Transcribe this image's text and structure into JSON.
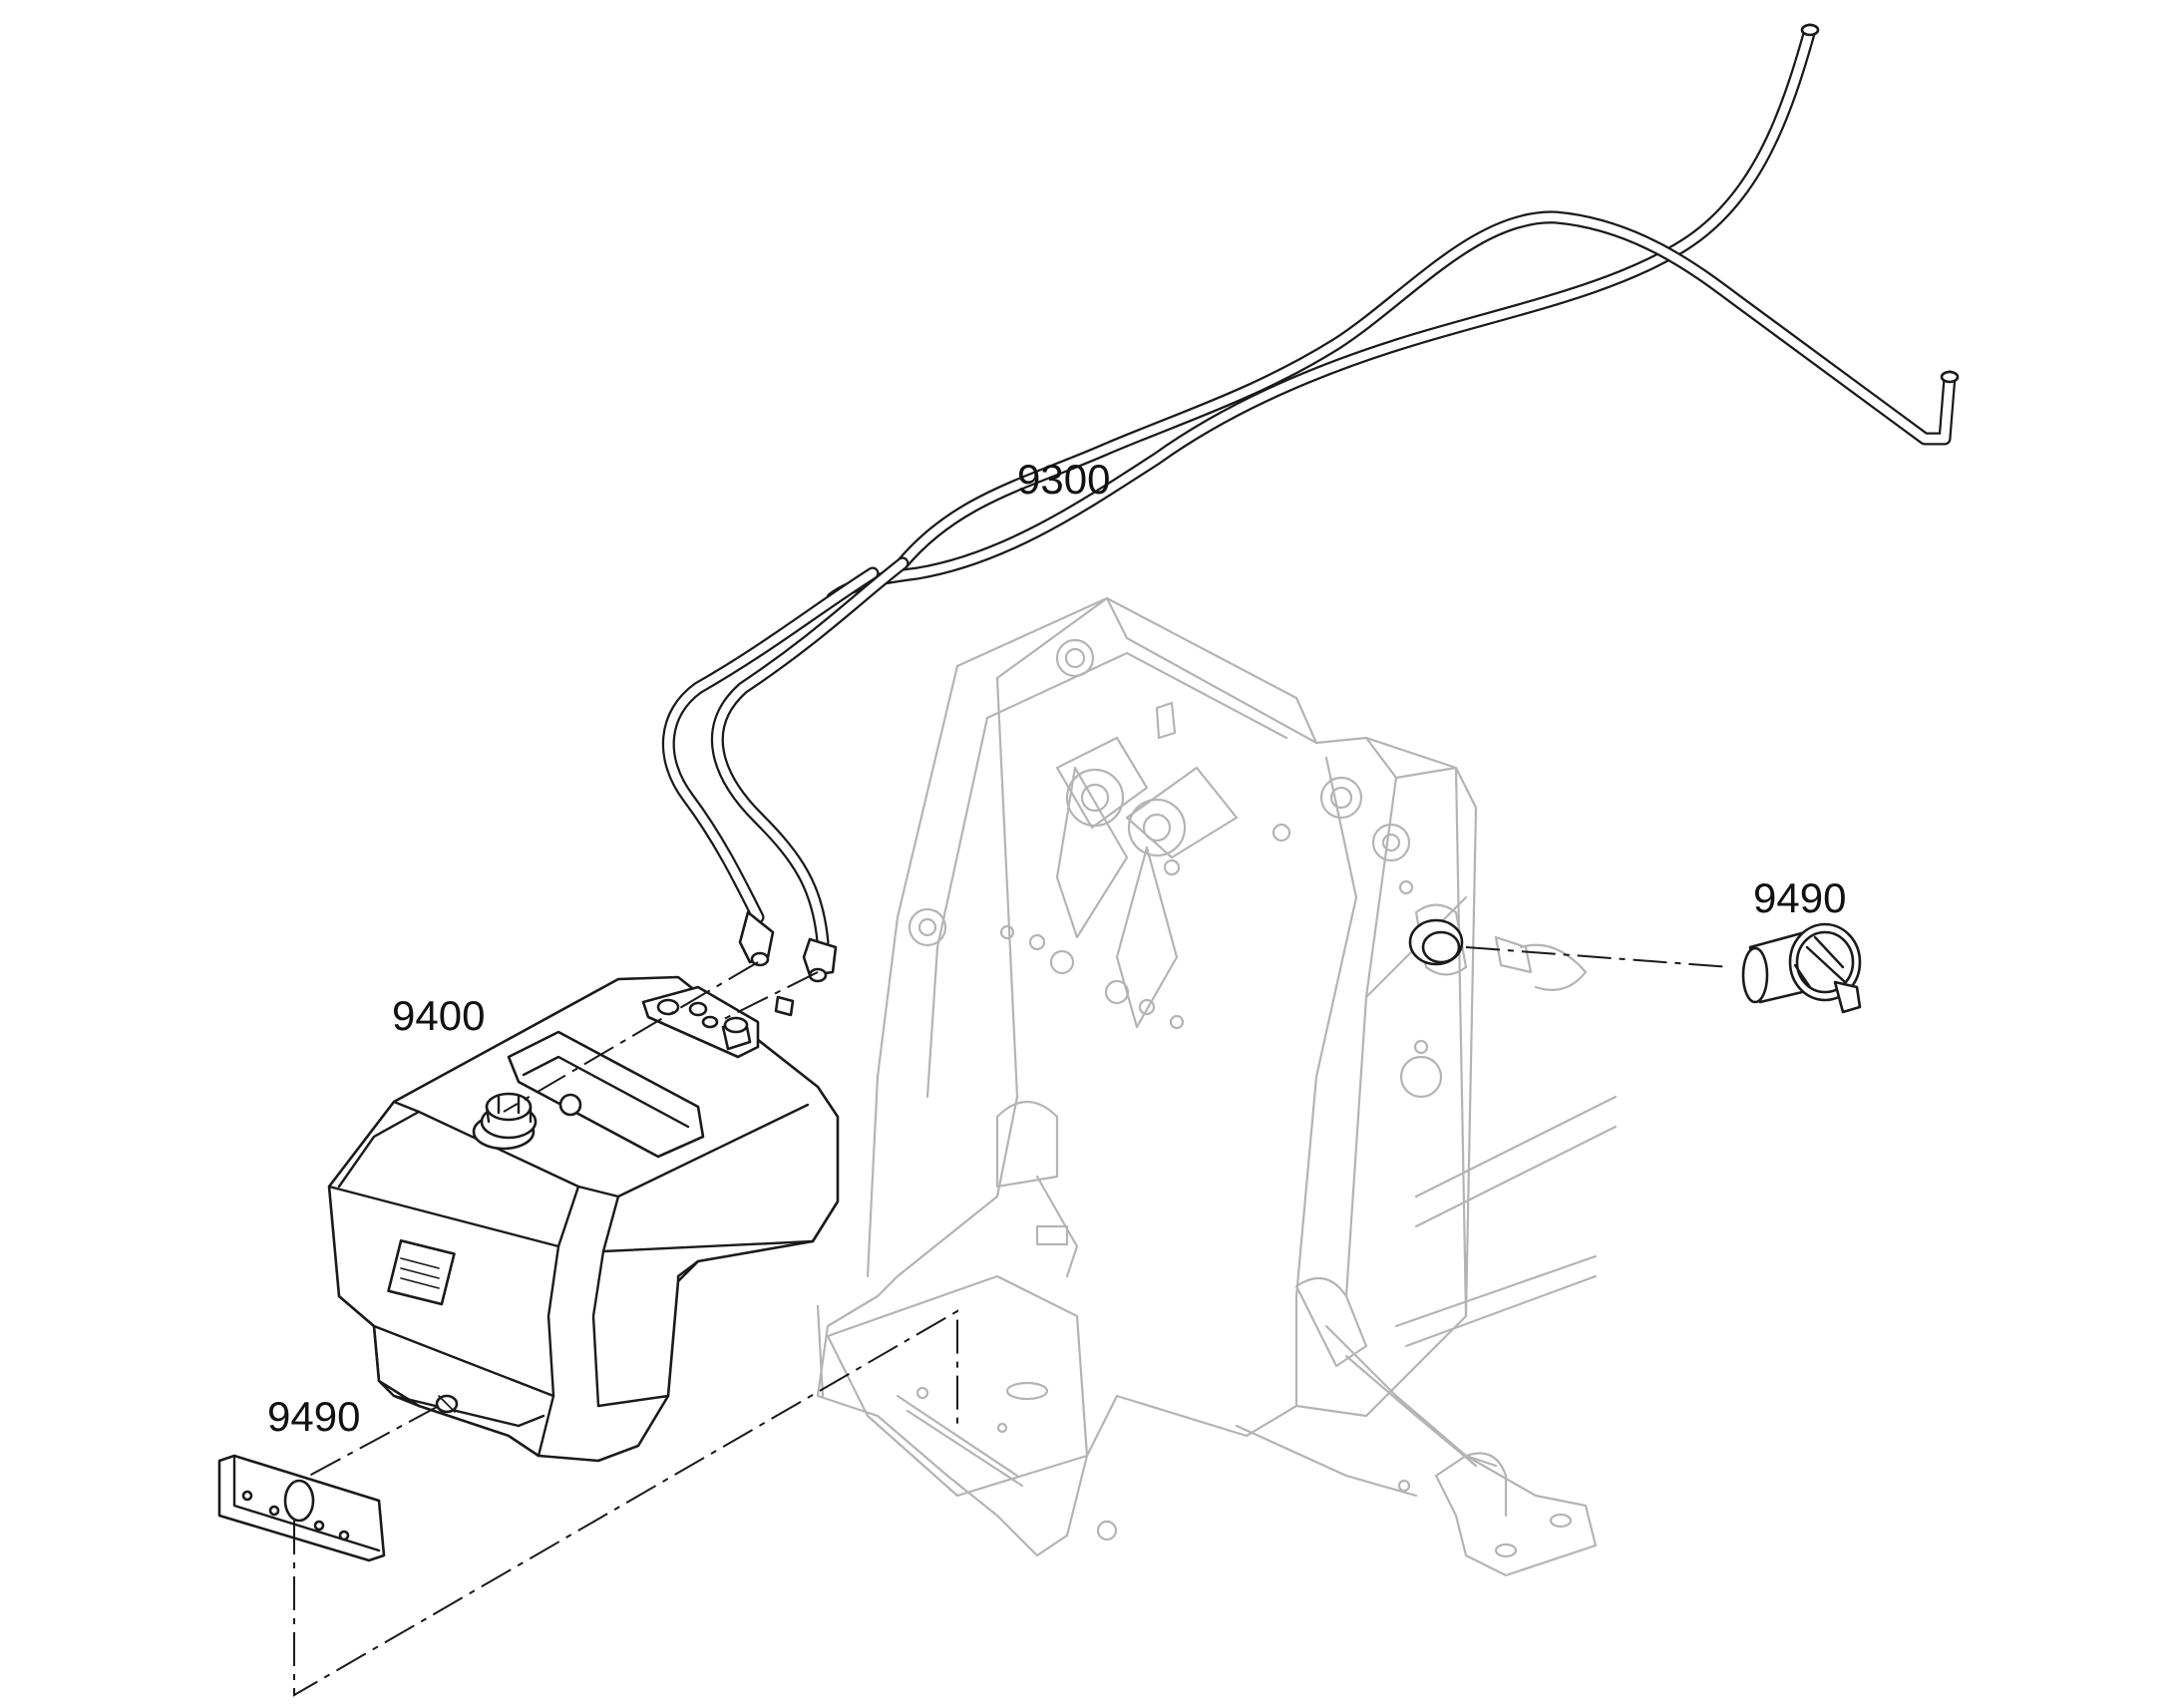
{
  "callouts": [
    {
      "id": "hose",
      "label": "9300"
    },
    {
      "id": "tank",
      "label": "9400"
    },
    {
      "id": "bracket",
      "label": "9490"
    },
    {
      "id": "filler",
      "label": "9490"
    }
  ],
  "colors": {
    "part_stroke": "#1a1a1a",
    "frame_stroke": "#b4b4b4",
    "background": "#ffffff"
  }
}
